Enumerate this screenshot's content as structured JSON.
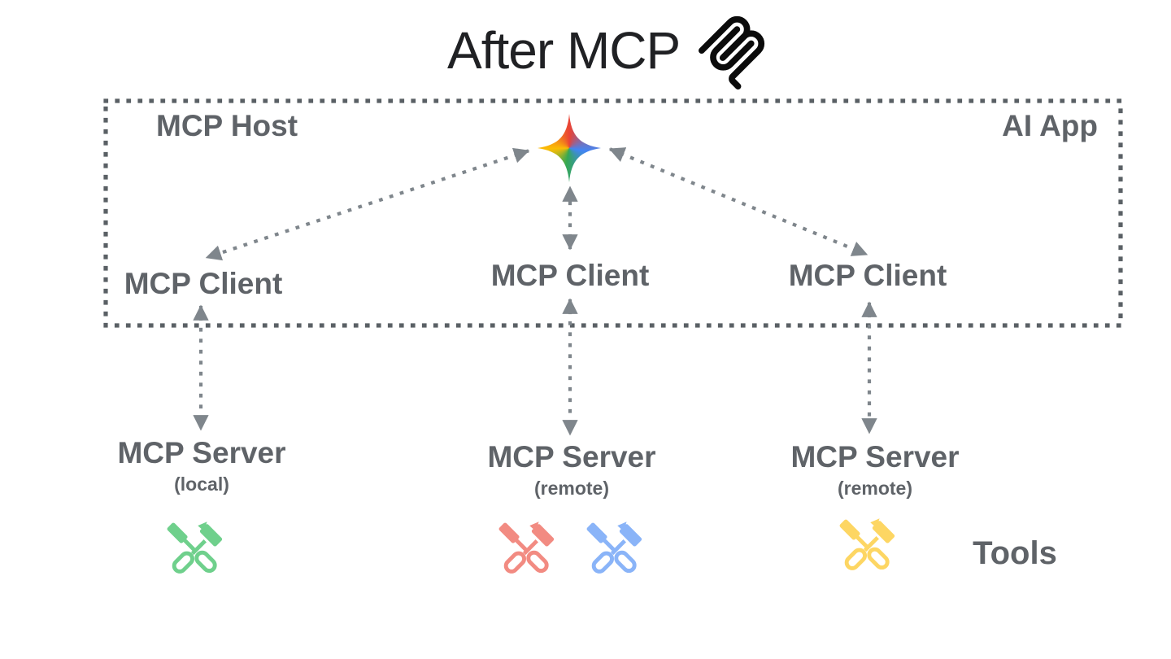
{
  "title": {
    "text": "After MCP",
    "logo_icon": "mcp-logo"
  },
  "host_box": {
    "host_label": "MCP Host",
    "app_label": "AI App",
    "model_icon": "gemini-spark",
    "clients": [
      {
        "label": "MCP Client"
      },
      {
        "label": "MCP Client"
      },
      {
        "label": "MCP Client"
      }
    ]
  },
  "servers": [
    {
      "label": "MCP Server",
      "location": "(local)",
      "tool_icons": [
        "green-handyman"
      ]
    },
    {
      "label": "MCP Server",
      "location": "(remote)",
      "tool_icons": [
        "red-handyman",
        "blue-handyman"
      ]
    },
    {
      "label": "MCP Server",
      "location": "(remote)",
      "tool_icons": [
        "yellow-handyman"
      ]
    }
  ],
  "tools_label": "Tools",
  "connections": [
    {
      "from": "ai-model-spark",
      "to": "mcp-client-1",
      "bidirectional": true,
      "style": "dotted"
    },
    {
      "from": "ai-model-spark",
      "to": "mcp-client-2",
      "bidirectional": true,
      "style": "dotted"
    },
    {
      "from": "ai-model-spark",
      "to": "mcp-client-3",
      "bidirectional": true,
      "style": "dotted"
    },
    {
      "from": "mcp-client-1",
      "to": "mcp-server-local",
      "bidirectional": true,
      "style": "dotted"
    },
    {
      "from": "mcp-client-2",
      "to": "mcp-server-remote-1",
      "bidirectional": true,
      "style": "dotted"
    },
    {
      "from": "mcp-client-3",
      "to": "mcp-server-remote-2",
      "bidirectional": true,
      "style": "dotted"
    }
  ],
  "colors": {
    "title_text": "#202124",
    "label_gray": "#5f6368",
    "box_border_gray": "#5a6065",
    "arrow_gray": "#7f868c",
    "spark_red": "#ea4335",
    "spark_blue": "#4285f4",
    "spark_green": "#34a853",
    "spark_yellow": "#fbbc04",
    "tool_green": "#6fd08c",
    "tool_red": "#f28b82",
    "tool_blue": "#8ab4f8",
    "tool_yellow": "#fdd663"
  }
}
